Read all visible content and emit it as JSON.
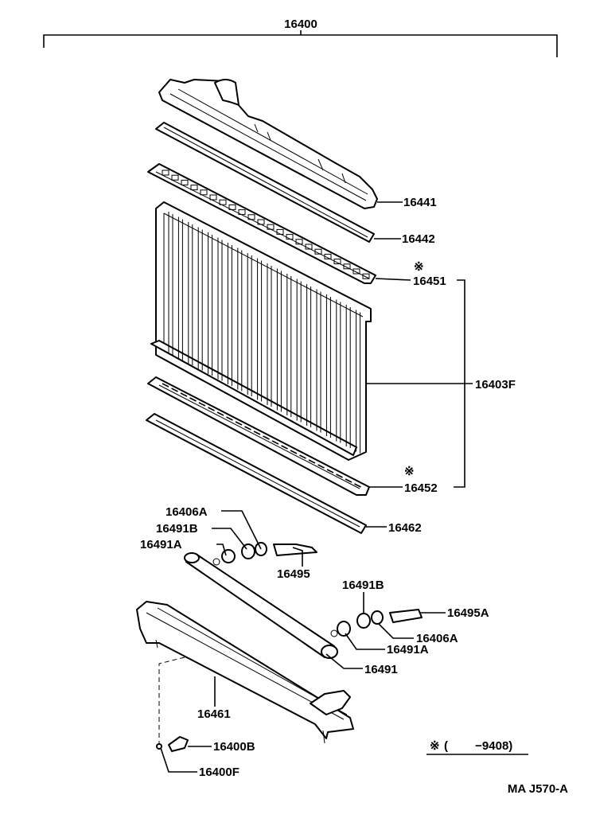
{
  "labels": {
    "assembly": "16400",
    "tank_upper": "16441",
    "gasket_upper": "16442",
    "plate_upper": "16451",
    "core": "16403F",
    "plate_lower": "16452",
    "gasket_lower": "16462",
    "washer_left": "16406A",
    "gasket_left_b": "16491B",
    "oring_left_a": "16491A",
    "fitting_left": "16495",
    "gasket_right_b": "16491B",
    "fitting_right": "16495A",
    "washer_right": "16406A",
    "oring_right_a": "16491A",
    "cooler": "16491",
    "tank_lower": "16461",
    "drain_cock": "16400B",
    "drain_plug": "16400F"
  },
  "note": {
    "mark": "※",
    "text": "(　　 −9408)"
  },
  "footer": {
    "code": "MA J570-A"
  },
  "asterisks": {
    "plate_upper": "※",
    "plate_lower": "※"
  }
}
